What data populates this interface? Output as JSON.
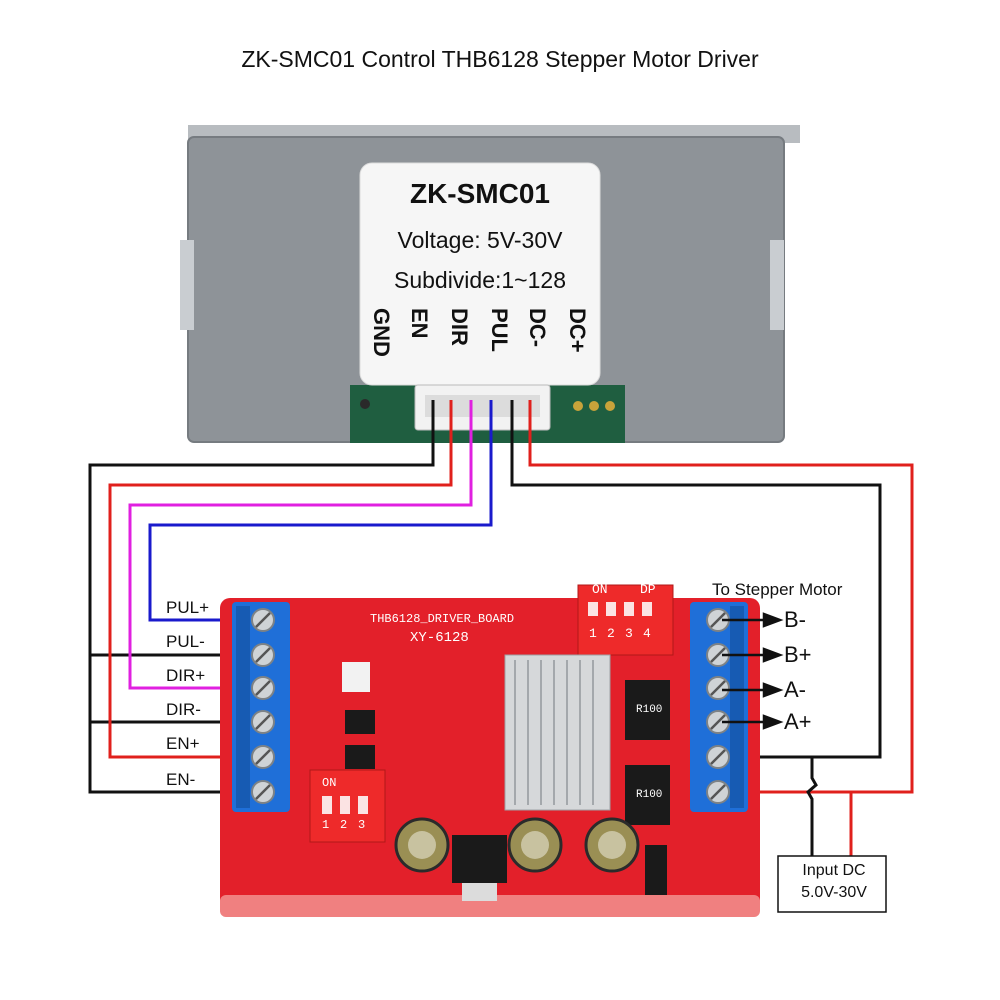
{
  "title": "ZK-SMC01 Control THB6128 Stepper Motor Driver",
  "controller": {
    "name": "ZK-SMC01",
    "voltage": "Voltage: 5V-30V",
    "subdivide": "Subdivide:1~128",
    "pins": [
      "GND",
      "EN",
      "DIR",
      "PUL",
      "DC-",
      "DC+"
    ]
  },
  "driver_board": {
    "name": "THB6128_DRIVER_BOARD",
    "model": "XY-6128",
    "dip_on": "ON",
    "dip_dp": "DP",
    "dip_numbers": [
      "1",
      "2",
      "3",
      "4"
    ],
    "small_dip_on": "ON",
    "small_dip_numbers": [
      "1",
      "2",
      "3"
    ],
    "resistor_marking": "R100"
  },
  "left_terminals": [
    "PUL+",
    "PUL-",
    "DIR+",
    "DIR-",
    "EN+",
    "EN-"
  ],
  "motor_label": "To Stepper Motor",
  "motor_outputs": [
    "B-",
    "B+",
    "A-",
    "A+"
  ],
  "input_box": {
    "line1": "Input DC",
    "line2": "5.0V-30V"
  },
  "colors": {
    "wire_black": "#111111",
    "wire_red": "#e0201c",
    "wire_magenta": "#e020e0",
    "wire_blue": "#1a1acc",
    "board_red": "#e3202a",
    "terminal_blue": "#1f6fd8"
  }
}
